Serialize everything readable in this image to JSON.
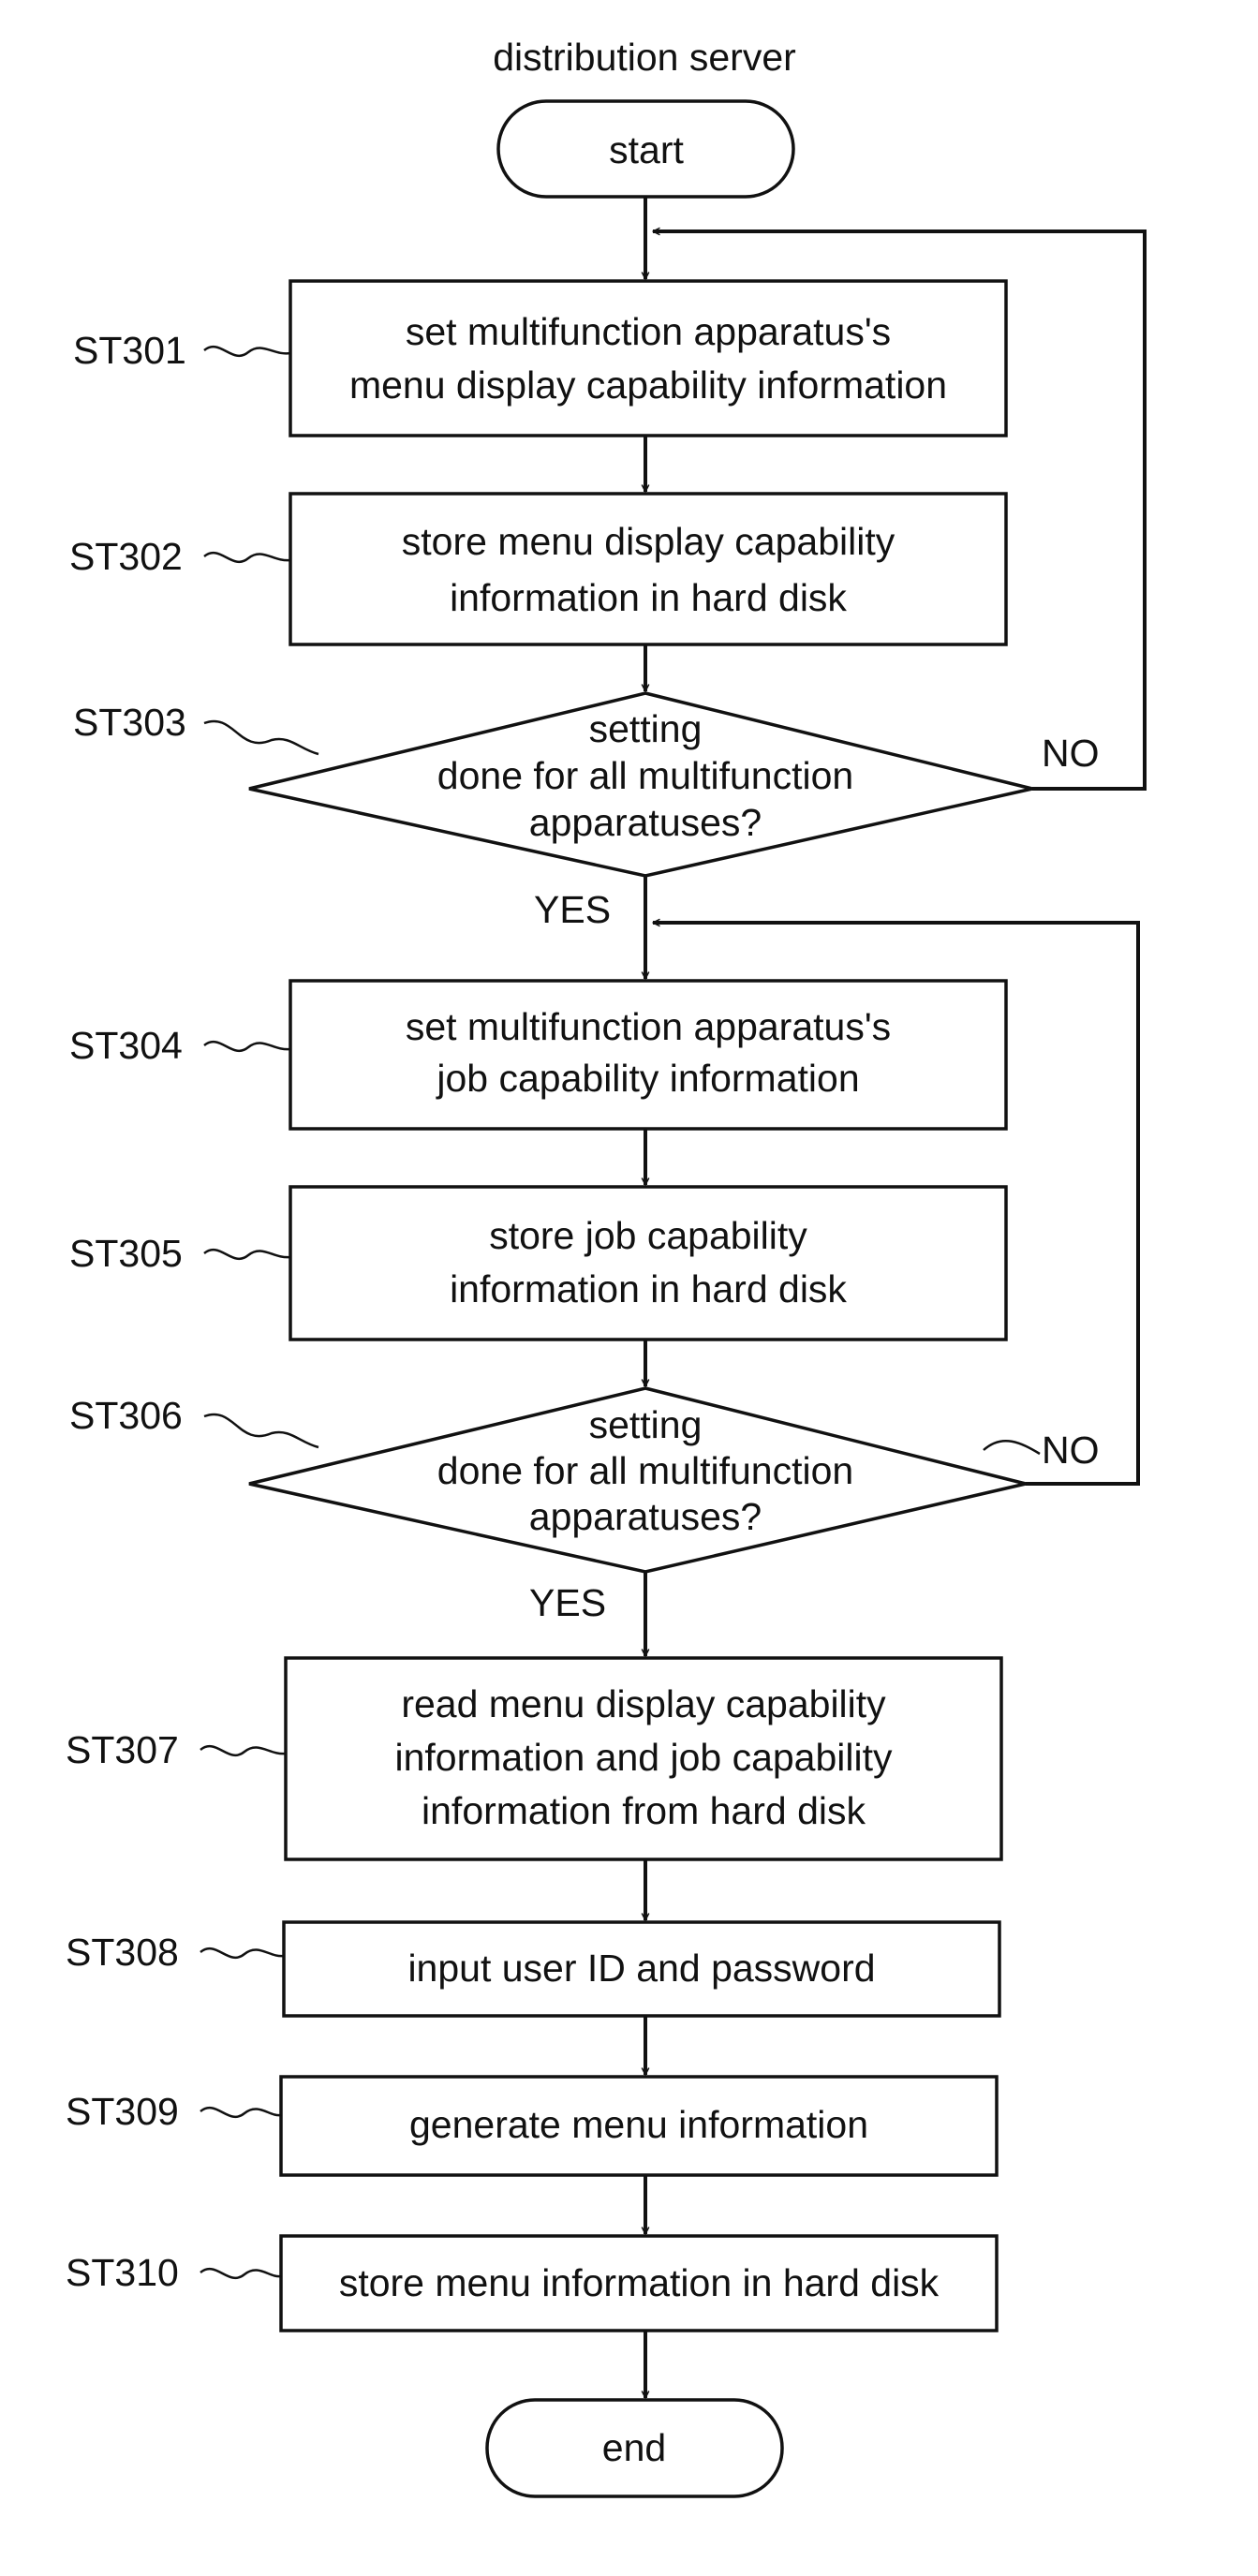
{
  "diagram": {
    "header": "distribution server",
    "start": "start",
    "end": "end",
    "yes": "YES",
    "no": "NO",
    "steps": {
      "st301": {
        "label": "ST301",
        "lines": [
          "set multifunction apparatus's",
          "menu display capability information"
        ]
      },
      "st302": {
        "label": "ST302",
        "lines": [
          "store menu display capability",
          "information in hard disk"
        ]
      },
      "st303": {
        "label": "ST303",
        "lines": [
          "setting",
          "done for all multifunction",
          "apparatuses?"
        ]
      },
      "st304": {
        "label": "ST304",
        "lines": [
          "set multifunction apparatus's",
          "job capability information"
        ]
      },
      "st305": {
        "label": "ST305",
        "lines": [
          "store job capability",
          "information in hard disk"
        ]
      },
      "st306": {
        "label": "ST306",
        "lines": [
          "setting",
          "done for all multifunction",
          "apparatuses?"
        ]
      },
      "st307": {
        "label": "ST307",
        "lines": [
          "read menu display capability",
          "information and job capability",
          "information from hard disk"
        ]
      },
      "st308": {
        "label": "ST308",
        "lines": [
          "input user ID and password"
        ]
      },
      "st309": {
        "label": "ST309",
        "lines": [
          "generate menu information"
        ]
      },
      "st310": {
        "label": "ST310",
        "lines": [
          "store menu information in hard disk"
        ]
      }
    }
  }
}
